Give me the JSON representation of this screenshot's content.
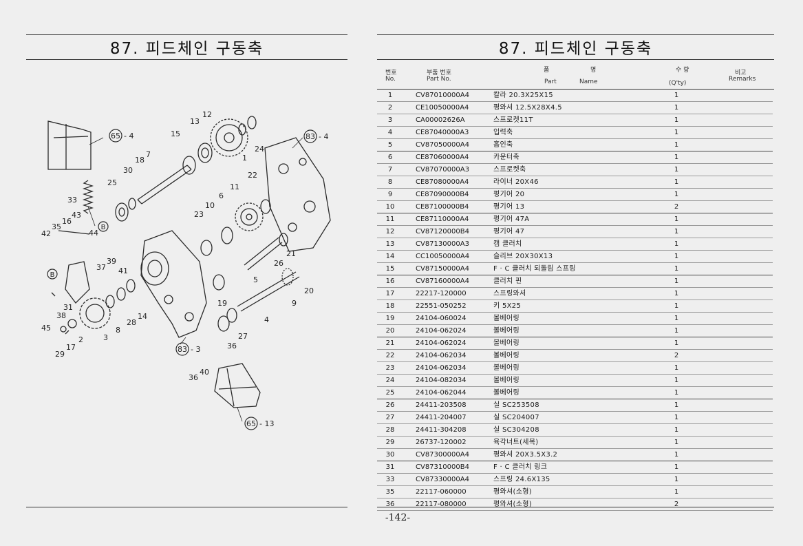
{
  "left_page": {
    "title": "87. 피드체인 구동축",
    "diagram_labels": [
      {
        "text": "65-4",
        "circled": "65",
        "suffix": "- 4"
      },
      {
        "text": "83-4",
        "circled": "83",
        "suffix": "- 4"
      },
      {
        "text": "83-3",
        "circled": "83",
        "suffix": "- 3"
      },
      {
        "text": "65-13",
        "circled": "65",
        "suffix": "- 13"
      },
      {
        "text": "B",
        "circled": "B",
        "suffix": ""
      },
      {
        "text": "B",
        "circled": "B",
        "suffix": ""
      },
      {
        "text": "12"
      },
      {
        "text": "13"
      },
      {
        "text": "15"
      },
      {
        "text": "24"
      },
      {
        "text": "1"
      },
      {
        "text": "18"
      },
      {
        "text": "7"
      },
      {
        "text": "30"
      },
      {
        "text": "25"
      },
      {
        "text": "33"
      },
      {
        "text": "22"
      },
      {
        "text": "11"
      },
      {
        "text": "6"
      },
      {
        "text": "10"
      },
      {
        "text": "23"
      },
      {
        "text": "43"
      },
      {
        "text": "16"
      },
      {
        "text": "35"
      },
      {
        "text": "42"
      },
      {
        "text": "44"
      },
      {
        "text": "39"
      },
      {
        "text": "41"
      },
      {
        "text": "37"
      },
      {
        "text": "26"
      },
      {
        "text": "21"
      },
      {
        "text": "5"
      },
      {
        "text": "20"
      },
      {
        "text": "9"
      },
      {
        "text": "19"
      },
      {
        "text": "14"
      },
      {
        "text": "28"
      },
      {
        "text": "8"
      },
      {
        "text": "38"
      },
      {
        "text": "31"
      },
      {
        "text": "45"
      },
      {
        "text": "17"
      },
      {
        "text": "2"
      },
      {
        "text": "3"
      },
      {
        "text": "29"
      },
      {
        "text": "4"
      },
      {
        "text": "27"
      },
      {
        "text": "36"
      },
      {
        "text": "36"
      },
      {
        "text": "40"
      }
    ]
  },
  "right_page": {
    "title": "87. 피드체인 구동축",
    "headers": {
      "no_ko": "번호",
      "no_en": "No.",
      "part_ko": "부품 번호",
      "part_en": "Part   No.",
      "name_ko_1": "품",
      "name_ko_2": "명",
      "name_en_1": "Part",
      "name_en_2": "Name",
      "qty_ko": "수  량",
      "qty_en": "(Q'ty)",
      "remarks_ko": "비고",
      "remarks_en": "Remarks"
    },
    "rows": [
      {
        "no": "1",
        "part": "CV87010000A4",
        "name": "칼라 20.3X25X15",
        "qty": "1"
      },
      {
        "no": "2",
        "part": "CE10050000A4",
        "name": "평와셔 12.5X28X4.5",
        "qty": "1"
      },
      {
        "no": "3",
        "part": "CA00002626A",
        "name": "스프로켓11T",
        "qty": "1"
      },
      {
        "no": "4",
        "part": "CE87040000A3",
        "name": "입력축",
        "qty": "1"
      },
      {
        "no": "5",
        "part": "CV87050000A4",
        "name": "흡인축",
        "qty": "1"
      },
      {
        "no": "6",
        "part": "CE87060000A4",
        "name": "카운터축",
        "qty": "1"
      },
      {
        "no": "7",
        "part": "CV87070000A3",
        "name": "스프로켓축",
        "qty": "1"
      },
      {
        "no": "8",
        "part": "CE87080000A4",
        "name": "라이너 20X46",
        "qty": "1"
      },
      {
        "no": "9",
        "part": "CE87090000B4",
        "name": "평기어 20",
        "qty": "1"
      },
      {
        "no": "10",
        "part": "CE87100000B4",
        "name": "평기어 13",
        "qty": "2"
      },
      {
        "no": "11",
        "part": "CE87110000A4",
        "name": "평기어 47A",
        "qty": "1"
      },
      {
        "no": "12",
        "part": "CV87120000B4",
        "name": "평기어 47",
        "qty": "1"
      },
      {
        "no": "13",
        "part": "CV87130000A3",
        "name": "캠 클러치",
        "qty": "1"
      },
      {
        "no": "14",
        "part": "CC10050000A4",
        "name": "슬리브 20X30X13",
        "qty": "1"
      },
      {
        "no": "15",
        "part": "CV87150000A4",
        "name": "F · C 클러치 되돌림 스프링",
        "qty": "1"
      },
      {
        "no": "16",
        "part": "CV87160000A4",
        "name": "클러치 핀",
        "qty": "1"
      },
      {
        "no": "17",
        "part": "22217-120000",
        "name": "스프링와셔",
        "qty": "1"
      },
      {
        "no": "18",
        "part": "22551-050252",
        "name": "키 5X25",
        "qty": "1"
      },
      {
        "no": "19",
        "part": "24104-060024",
        "name": "볼베어링",
        "qty": "1"
      },
      {
        "no": "20",
        "part": "24104-062024",
        "name": "볼베어링",
        "qty": "1"
      },
      {
        "no": "21",
        "part": "24104-062024",
        "name": "볼베어링",
        "qty": "1"
      },
      {
        "no": "22",
        "part": "24104-062034",
        "name": "볼베어링",
        "qty": "2"
      },
      {
        "no": "23",
        "part": "24104-062034",
        "name": "볼베어링",
        "qty": "1"
      },
      {
        "no": "24",
        "part": "24104-082034",
        "name": "볼베어링",
        "qty": "1"
      },
      {
        "no": "25",
        "part": "24104-062044",
        "name": "볼베어링",
        "qty": "1"
      },
      {
        "no": "26",
        "part": "24411-203508",
        "name": "실 SC253508",
        "qty": "1"
      },
      {
        "no": "27",
        "part": "24411-204007",
        "name": "실 SC204007",
        "qty": "1"
      },
      {
        "no": "28",
        "part": "24411-304208",
        "name": "실 SC304208",
        "qty": "1"
      },
      {
        "no": "29",
        "part": "26737-120002",
        "name": "육각너트(세목)",
        "qty": "1"
      },
      {
        "no": "30",
        "part": "CV87300000A4",
        "name": "평와셔 20X3.5X3.2",
        "qty": "1"
      },
      {
        "no": "31",
        "part": "CV87310000B4",
        "name": "F · C 클러치 링크",
        "qty": "1"
      },
      {
        "no": "33",
        "part": "CV87330000A4",
        "name": "스프링 24.6X135",
        "qty": "1"
      },
      {
        "no": "35",
        "part": "22117-060000",
        "name": "평와셔(소형)",
        "qty": "1"
      },
      {
        "no": "36",
        "part": "22117-080000",
        "name": "평와셔(소형)",
        "qty": "2"
      }
    ],
    "page_number": "-142-"
  }
}
